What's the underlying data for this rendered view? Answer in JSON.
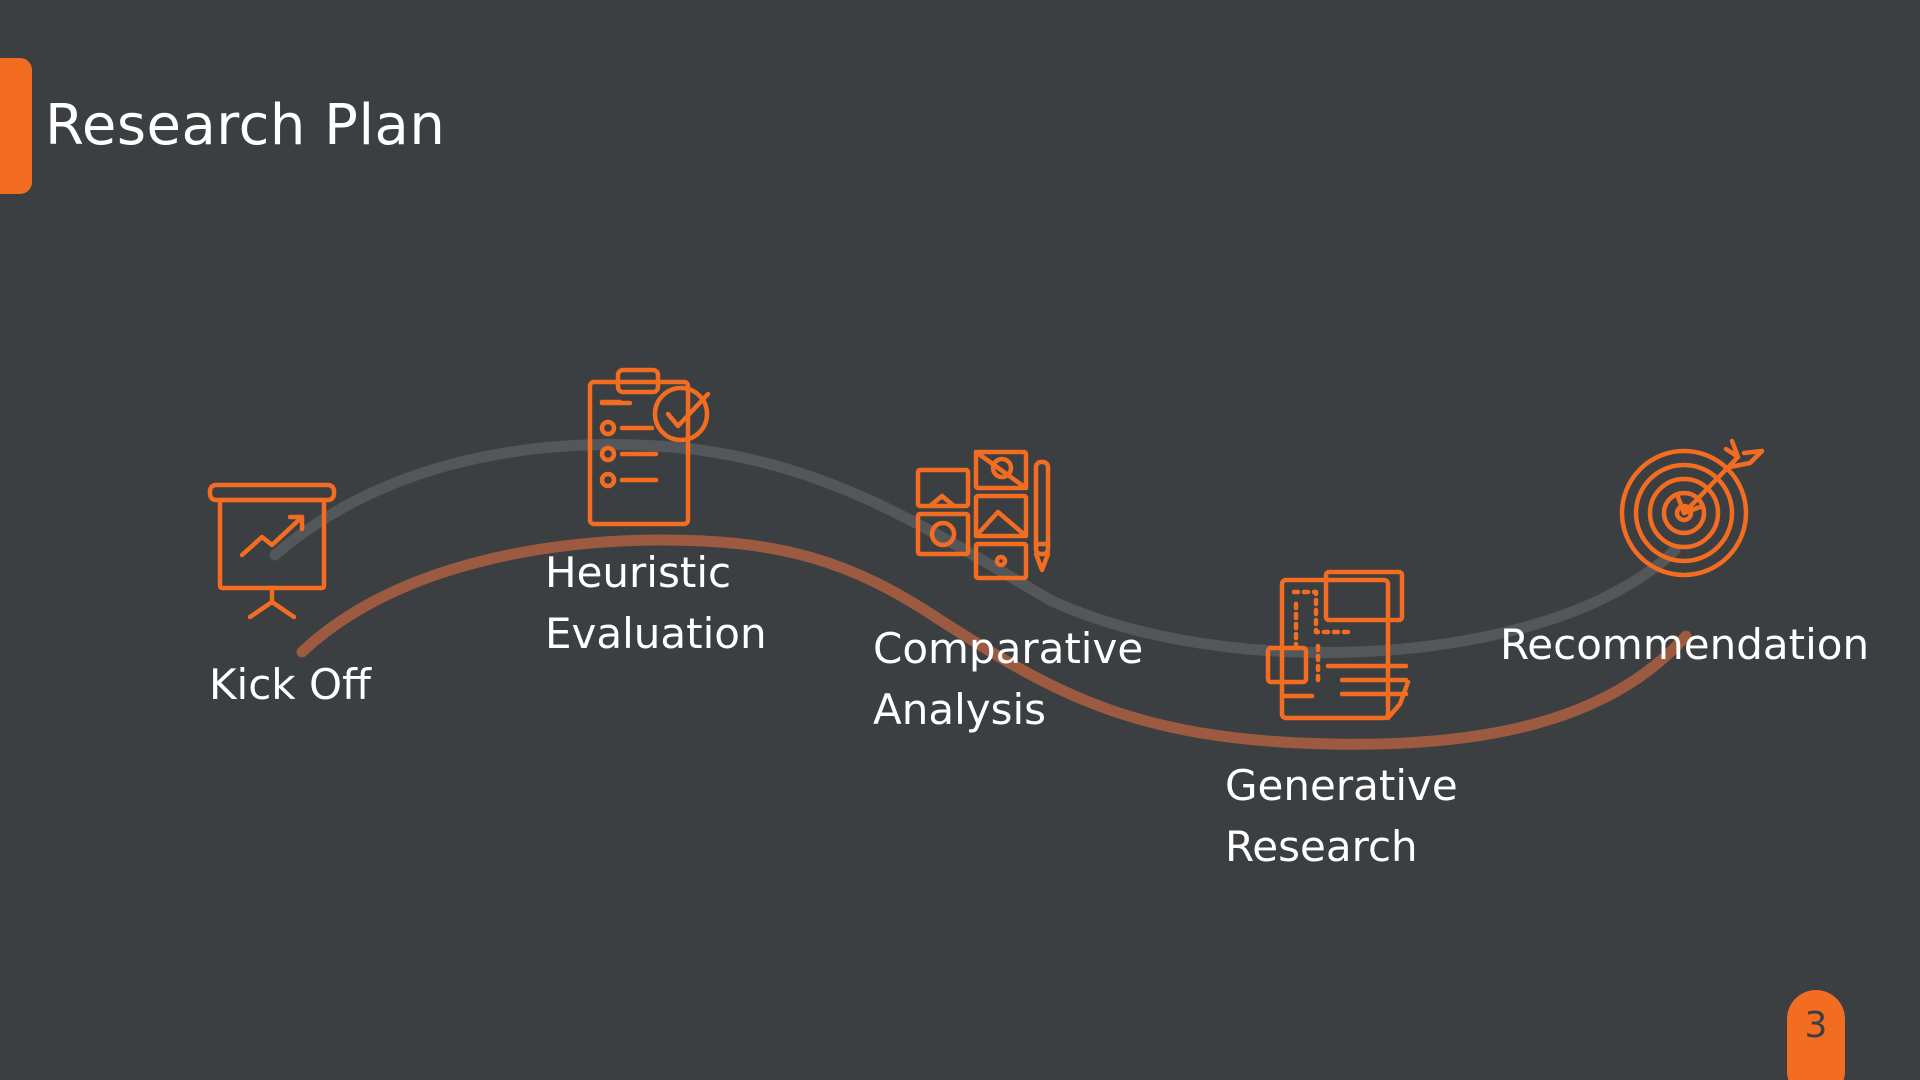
{
  "slide": {
    "title": "Research Plan",
    "page_number": "3",
    "accent_color": "#f26d21",
    "background_color": "#3b3f42"
  },
  "timeline": {
    "steps": [
      {
        "label": "Kick Off",
        "icon": "presentation-board-icon"
      },
      {
        "label": "Heuristic\nEvaluation",
        "icon": "clipboard-checklist-icon"
      },
      {
        "label": "Comparative\nAnalysis",
        "icon": "image-gallery-pencil-icon"
      },
      {
        "label": "Generative\nResearch",
        "icon": "wireframe-documents-icon"
      },
      {
        "label": "Recommendation",
        "icon": "target-arrow-icon"
      }
    ],
    "path_colors": {
      "back": "#53575a",
      "front": "#9c5a40"
    }
  }
}
